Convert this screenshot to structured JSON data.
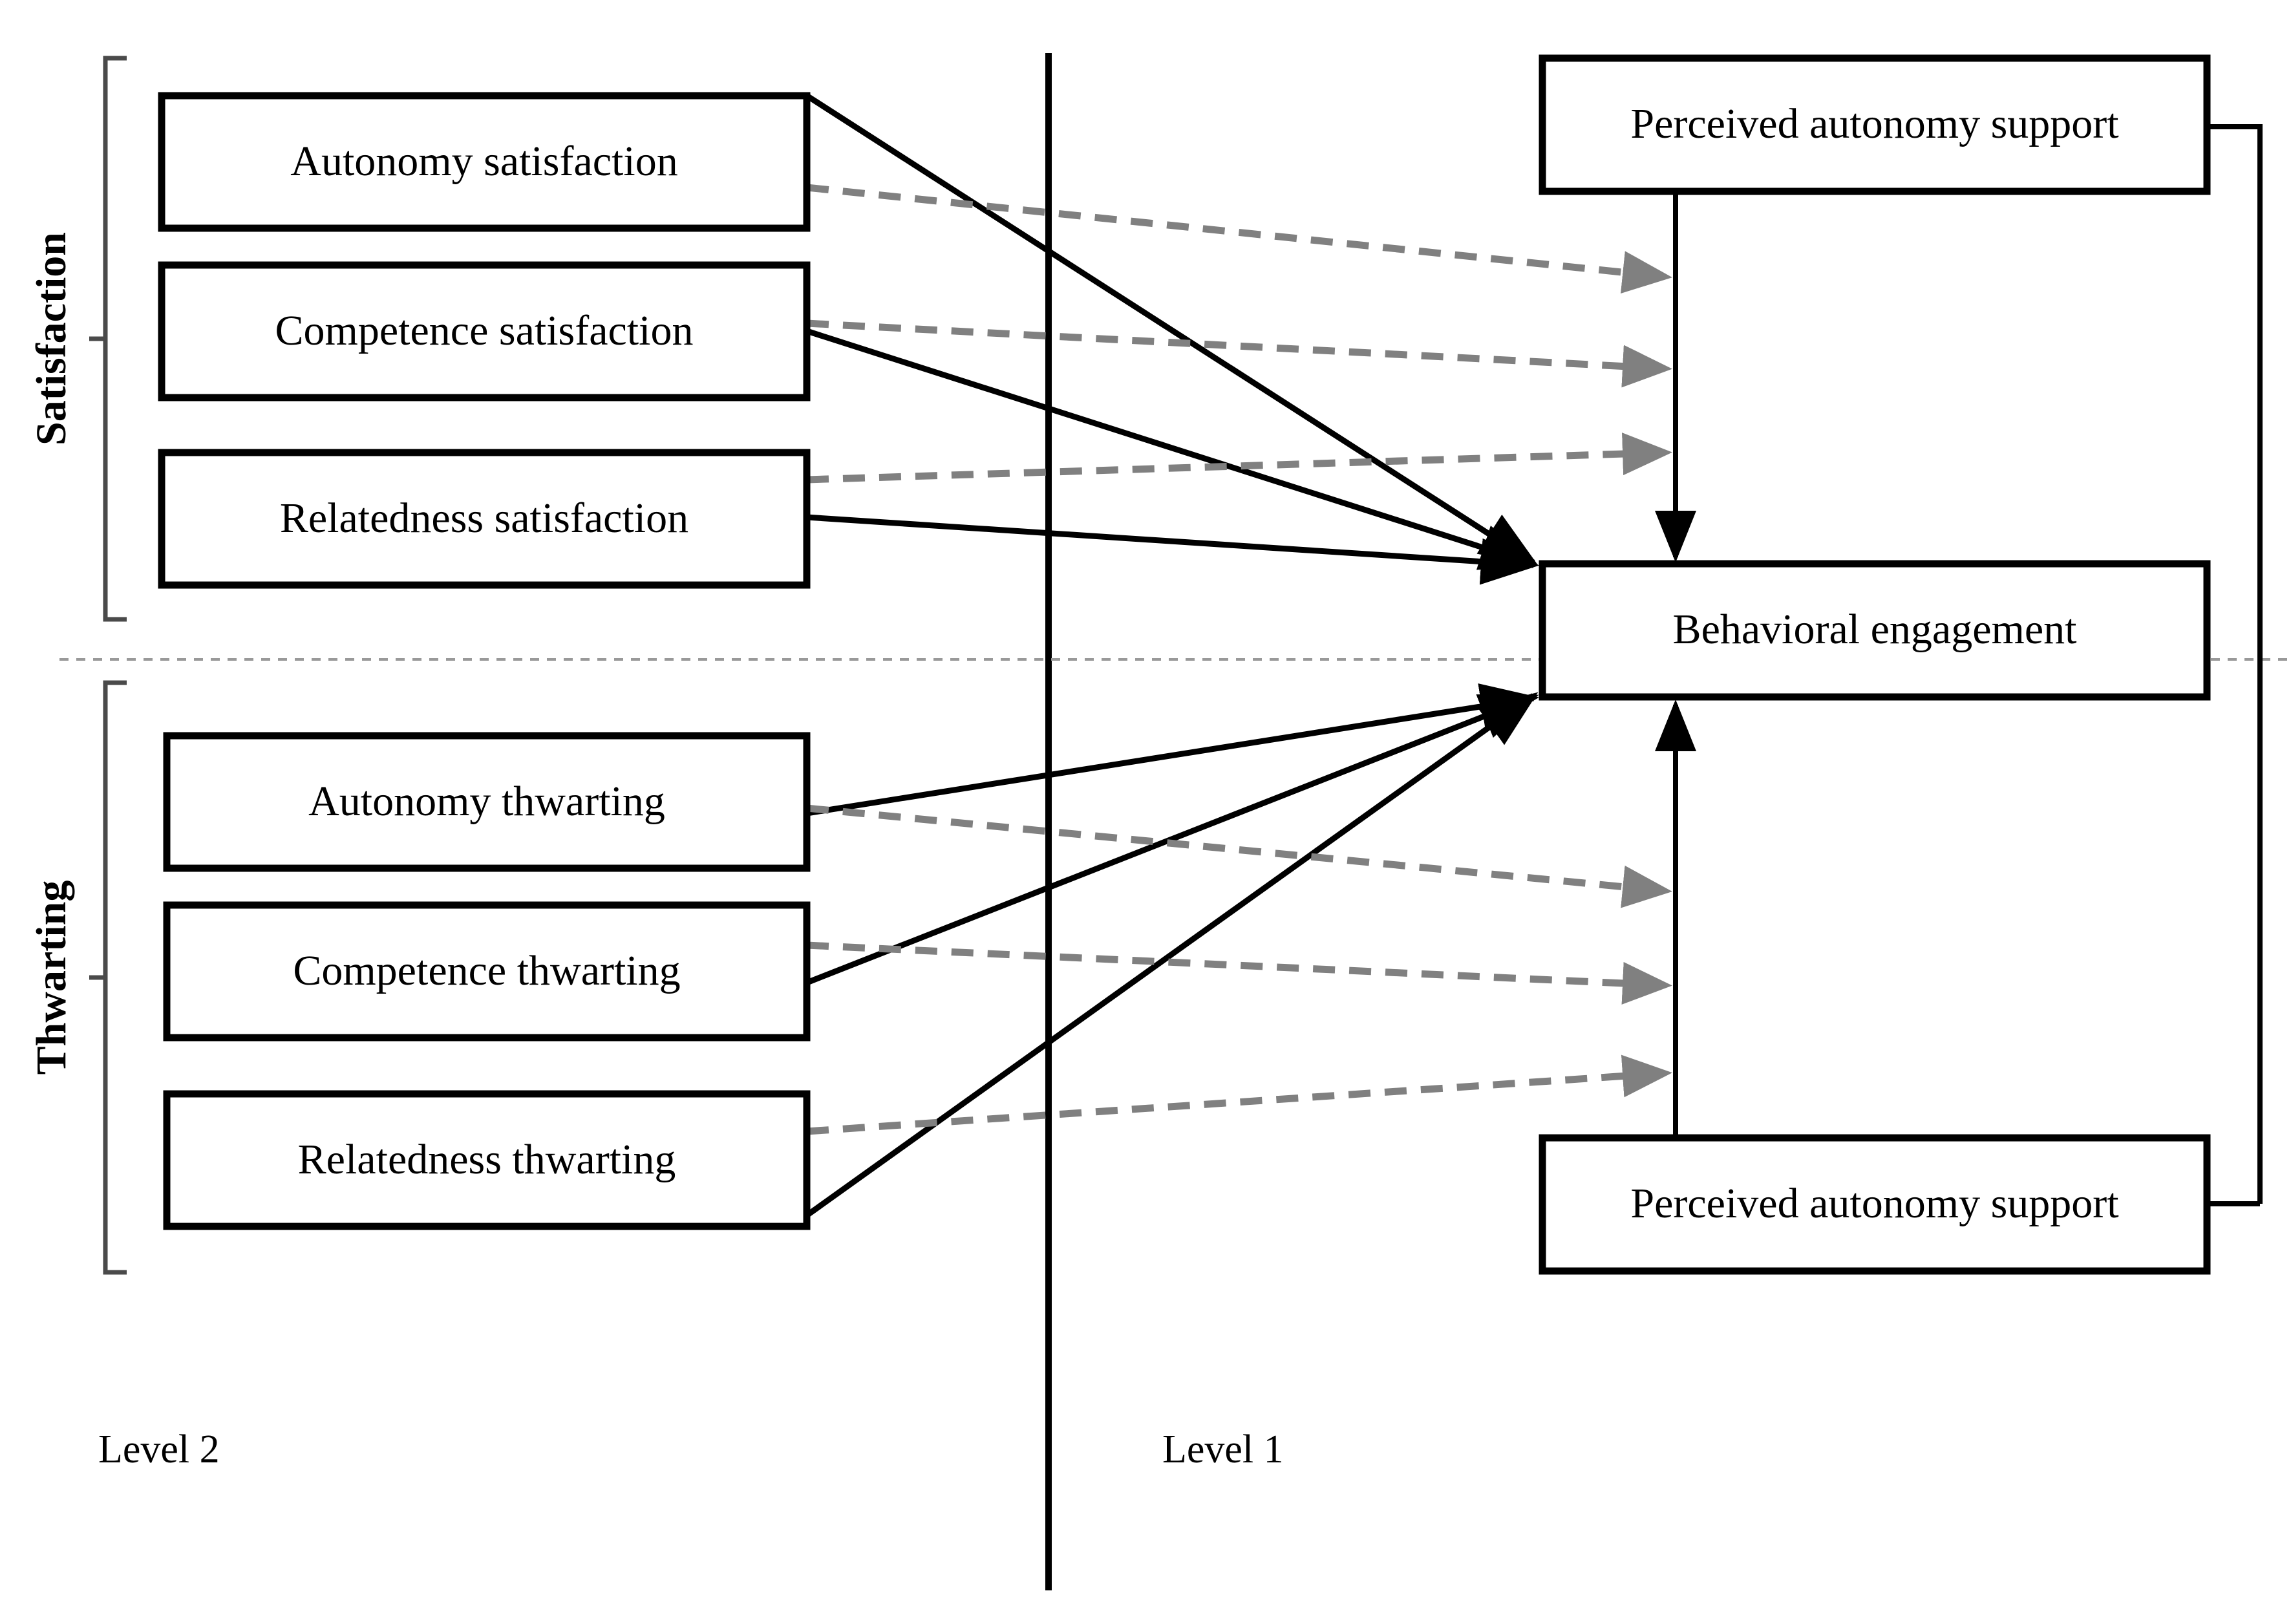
{
  "figure": {
    "type": "path-model-diagram",
    "background_color": "#ffffff",
    "solid_arrow_color": "#000000",
    "dashed_arrow_color": "#808080",
    "box_border_color": "#000000"
  },
  "groups": {
    "satisfaction_label": "Satisfaction",
    "thwarting_label": "Thwarting"
  },
  "levels": {
    "level2_label": "Level 2",
    "level1_label": "Level 1"
  },
  "boxes": {
    "satisfaction": [
      {
        "id": "autonomy-satisfaction",
        "label": "Autonomy satisfaction"
      },
      {
        "id": "competence-satisfaction",
        "label": "Competence satisfaction"
      },
      {
        "id": "relatedness-satisfaction",
        "label": "Relatedness satisfaction"
      }
    ],
    "thwarting": [
      {
        "id": "autonomy-thwarting",
        "label": "Autonomy thwarting"
      },
      {
        "id": "competence-thwarting",
        "label": "Competence thwarting"
      },
      {
        "id": "relatedness-thwarting",
        "label": "Relatedness thwarting"
      }
    ],
    "outcomes": [
      {
        "id": "perceived-autonomy-support-top",
        "label": "Perceived autonomy support"
      },
      {
        "id": "behavioral-engagement",
        "label": "Behavioral engagement"
      },
      {
        "id": "perceived-autonomy-support-bottom",
        "label": "Perceived autonomy support"
      }
    ]
  },
  "paths": {
    "solid_description": "Direct effects from Level 2 need boxes to Behavioral engagement",
    "dashed_description": "Cross-level moderation effects onto the Perceived autonomy support to Behavioral engagement slope"
  }
}
